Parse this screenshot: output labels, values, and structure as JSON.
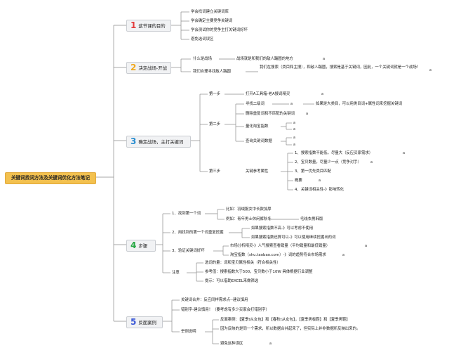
{
  "root": "关键词找词方法及关键词优化方法笔记",
  "sections": [
    {
      "num": "1",
      "title": "这节课的目的",
      "color": "#e33b3b",
      "items": [
        "学会找词建立关键词库",
        "学会确定主要竞争关键词",
        "学会测试你的竞争主打关键词好坏",
        "避免选词误区"
      ]
    },
    {
      "num": "2",
      "title": "决定战场-开战",
      "color": "#f0a91e",
      "items": [
        "什么是战场",
        "我们合理寻找敌人踹圆"
      ],
      "details": [
        "战场就是和我们的敌人踹圆的地方",
        "我们在搜索（类目和主搜），和敌人踹圆，搜索是基于关键词，因此，一个关键词就是一个战场！"
      ]
    },
    {
      "num": "3",
      "title": "确定战场，主打关键词",
      "color": "#2a8ed0",
      "steps": [
        "第一步",
        "第二步",
        "第三步"
      ],
      "step1": "打开A工具箱-老A搜词精灵",
      "step2": [
        "寻找二级词",
        "删除重复词和不匹配的关键词",
        "量化淘宝指数",
        "查询关键词数据"
      ],
      "step2_extra": "如果是大类目，可以用类目词+属性词来挖掘关键词",
      "step3": "关键参考属性",
      "step3_items": [
        "1、搜索指数不能低，尽量大（反应买家需求）",
        "2、宝贝数量，尽量少一点（竞争对手）",
        "3、第一优先类目匹配",
        "概要",
        "4、关键词相关性-》影响转化"
      ]
    },
    {
      "num": "4",
      "title": "步骤",
      "color": "#27a844",
      "items": [
        "1、找到第一个词",
        "2、用找到的第一个词重复挖掘",
        "3、验证关键词好坏",
        "注意"
      ],
      "find_items": [
        "比如：羽绒服女中长款加厚",
        "例如：青年男士休闲裤秋冬"
      ],
      "find_extra": "毛线衣男韩版",
      "repeat_items": [
        "如果搜索指数不高-》可以考虑不使用",
        "如果搜索指数还算可以-》可以使用继续挖掘出的词"
      ],
      "verify_items": [
        "市场分析精灵-》人气搜索查看销量（平均销量和最低销量）",
        "淘宝指数（shu.taobao.com）-》词的趋势符合市场需求"
      ],
      "notes": [
        "选词的量：词和宝贝属性相关（符合相关性）",
        "参考值：搜索指数大于500，宝贝数小于10W 具体根据行业调整",
        "提示：可以借助EXCEL来做筛选"
      ]
    },
    {
      "num": "5",
      "title": "反面案例",
      "color": "#3b58d6",
      "items": [
        "关键词合并：反应同样需求点--建议慎用",
        "错别字-建议慎用！（要考虑有多少买家会打错别字）",
        "举例说明"
      ],
      "examples": [
        "反面案例：【夏季t从女包】和【春秋t从女包】，【夏季男板鞋】和【夏季男鞋】",
        "因为反映的是同一个需求，所以数据合并起来了，但实际上并非数据所反映出来的。",
        "避免这种误区"
      ]
    }
  ],
  "note_mark": "a"
}
